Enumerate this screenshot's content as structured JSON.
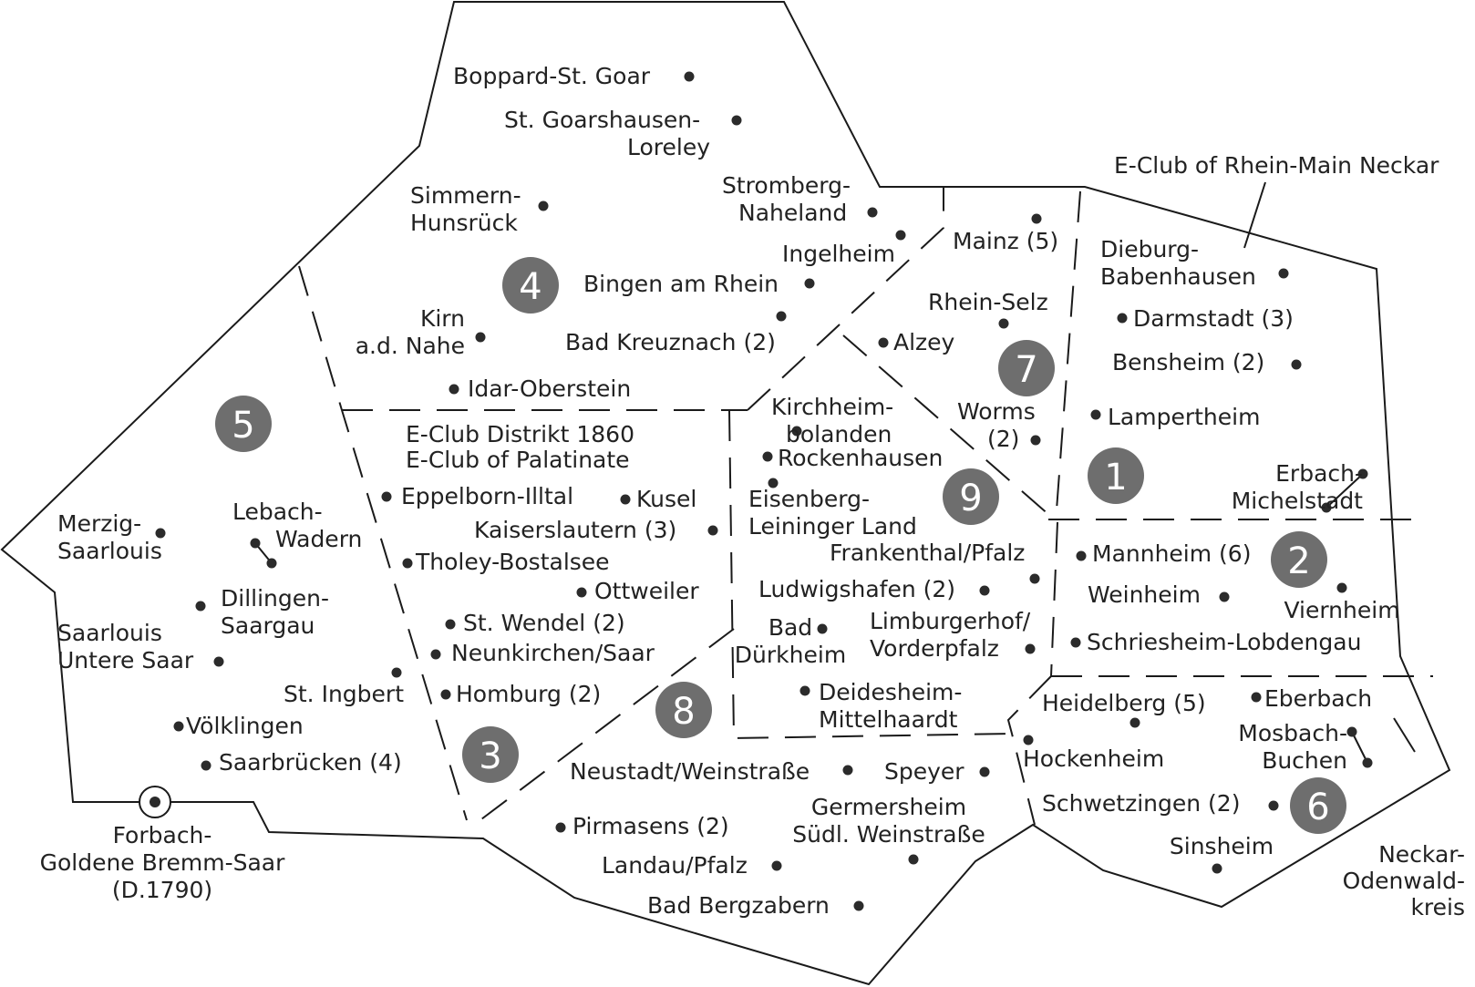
{
  "colors": {
    "outline": "#1a1a1a",
    "dot": "#2b2b2b",
    "badge": "#6e6e6e",
    "text": "#222222"
  },
  "districts": [
    {
      "id": "d1",
      "number": "1"
    },
    {
      "id": "d2",
      "number": "2"
    },
    {
      "id": "d3",
      "number": "3"
    },
    {
      "id": "d4",
      "number": "4"
    },
    {
      "id": "d5",
      "number": "5"
    },
    {
      "id": "d6",
      "number": "6"
    },
    {
      "id": "d7",
      "number": "7"
    },
    {
      "id": "d8",
      "number": "8"
    },
    {
      "id": "d9",
      "number": "9"
    }
  ],
  "clubs": [
    {
      "id": "boppard",
      "lines": [
        "Boppard-St. Goar"
      ]
    },
    {
      "id": "goarshausen",
      "lines": [
        "St. Goarshausen-",
        "Loreley"
      ]
    },
    {
      "id": "simmern",
      "lines": [
        "Simmern-",
        "Hunsrück"
      ]
    },
    {
      "id": "stromberg",
      "lines": [
        "Stromberg-",
        "Naheland"
      ]
    },
    {
      "id": "ingelheim",
      "lines": [
        "Ingelheim"
      ]
    },
    {
      "id": "mainz",
      "lines": [
        "Mainz (5)"
      ]
    },
    {
      "id": "bingen",
      "lines": [
        "Bingen am Rhein"
      ]
    },
    {
      "id": "kirn",
      "lines": [
        "Kirn",
        "a.d. Nahe"
      ]
    },
    {
      "id": "kreuznach",
      "lines": [
        "Bad Kreuznach (2)"
      ]
    },
    {
      "id": "rheinselz",
      "lines": [
        "Rhein-Selz"
      ]
    },
    {
      "id": "alzey",
      "lines": [
        "Alzey"
      ]
    },
    {
      "id": "idar",
      "lines": [
        "Idar-Oberstein"
      ]
    },
    {
      "id": "kirchheim",
      "lines": [
        "Kirchheim-",
        "bolanden"
      ]
    },
    {
      "id": "worms",
      "lines": [
        "Worms",
        "(2)"
      ]
    },
    {
      "id": "rockenhausen",
      "lines": [
        "Rockenhausen"
      ]
    },
    {
      "id": "eppelborn",
      "lines": [
        "Eppelborn-Illtal"
      ]
    },
    {
      "id": "kusel",
      "lines": [
        "Kusel"
      ]
    },
    {
      "id": "eisenberg",
      "lines": [
        "Eisenberg-",
        "Leininger Land"
      ]
    },
    {
      "id": "kaiserslautern",
      "lines": [
        "Kaiserslautern (3)"
      ]
    },
    {
      "id": "merzig",
      "lines": [
        "Merzig-",
        "Saarlouis"
      ]
    },
    {
      "id": "lebach",
      "lines": [
        "Lebach-",
        "Wadern"
      ]
    },
    {
      "id": "tholey",
      "lines": [
        "Tholey-Bostalsee"
      ]
    },
    {
      "id": "frankenthal",
      "lines": [
        "Frankenthal/Pfalz"
      ]
    },
    {
      "id": "ottweiler",
      "lines": [
        "Ottweiler"
      ]
    },
    {
      "id": "ludwigshafen",
      "lines": [
        "Ludwigshafen (2)"
      ]
    },
    {
      "id": "dillingen",
      "lines": [
        "Dillingen-",
        "Saargau"
      ]
    },
    {
      "id": "stwendel",
      "lines": [
        "St. Wendel (2)"
      ]
    },
    {
      "id": "badduerkheim",
      "lines": [
        "Bad",
        "Dürkheim"
      ]
    },
    {
      "id": "limburgerhof",
      "lines": [
        "Limburgerhof/",
        "Vorderpfalz"
      ]
    },
    {
      "id": "saarlouis",
      "lines": [
        "Saarlouis",
        "Untere Saar"
      ]
    },
    {
      "id": "neunkirchen",
      "lines": [
        "Neunkirchen/Saar"
      ]
    },
    {
      "id": "stingbert",
      "lines": [
        "St. Ingbert"
      ]
    },
    {
      "id": "homburg",
      "lines": [
        "Homburg (2)"
      ]
    },
    {
      "id": "deidesheim",
      "lines": [
        "Deidesheim-",
        "Mittelhaardt"
      ]
    },
    {
      "id": "voelklingen",
      "lines": [
        "Völklingen"
      ]
    },
    {
      "id": "saarbruecken",
      "lines": [
        "Saarbrücken (4)"
      ]
    },
    {
      "id": "neustadt",
      "lines": [
        "Neustadt/Weinstraße"
      ]
    },
    {
      "id": "speyer",
      "lines": [
        "Speyer"
      ]
    },
    {
      "id": "germersheim",
      "lines": [
        "Germersheim",
        "Südl. Weinstraße"
      ]
    },
    {
      "id": "pirmasens",
      "lines": [
        "Pirmasens (2)"
      ]
    },
    {
      "id": "landau",
      "lines": [
        "Landau/Pfalz"
      ]
    },
    {
      "id": "bergzabern",
      "lines": [
        "Bad Bergzabern"
      ]
    },
    {
      "id": "forbach",
      "lines": [
        "Forbach-",
        "Goldene Bremm-Saar",
        "(D.1790)"
      ]
    },
    {
      "id": "dieburg",
      "lines": [
        "Dieburg-",
        "Babenhausen"
      ]
    },
    {
      "id": "darmstadt",
      "lines": [
        "Darmstadt (3)"
      ]
    },
    {
      "id": "bensheim",
      "lines": [
        "Bensheim (2)"
      ]
    },
    {
      "id": "lampertheim",
      "lines": [
        "Lampertheim"
      ]
    },
    {
      "id": "erbach",
      "lines": [
        "Erbach-",
        "Michelstadt"
      ]
    },
    {
      "id": "mannheim",
      "lines": [
        "Mannheim (6)"
      ]
    },
    {
      "id": "weinheim",
      "lines": [
        "Weinheim"
      ]
    },
    {
      "id": "viernheim",
      "lines": [
        "Viernheim"
      ]
    },
    {
      "id": "schriesheim",
      "lines": [
        "Schriesheim-Lobdengau"
      ]
    },
    {
      "id": "heidelberg",
      "lines": [
        "Heidelberg (5)"
      ]
    },
    {
      "id": "eberbach",
      "lines": [
        "Eberbach"
      ]
    },
    {
      "id": "hockenheim",
      "lines": [
        "Hockenheim"
      ]
    },
    {
      "id": "mosbach",
      "lines": [
        "Mosbach-",
        "Buchen"
      ]
    },
    {
      "id": "schwetzingen",
      "lines": [
        "Schwetzingen (2)"
      ]
    },
    {
      "id": "sinsheim",
      "lines": [
        "Sinsheim"
      ]
    }
  ],
  "e_clubs": [
    {
      "id": "eclub-distrikt",
      "text": "E-Club Distrikt 1860"
    },
    {
      "id": "eclub-palatinate",
      "text": "E-Club of Palatinate"
    },
    {
      "id": "eclub-rhein-main",
      "text": "E-Club of Rhein-Main Neckar"
    }
  ],
  "regions": [
    {
      "id": "neckar-odenwald",
      "lines": [
        "Neckar-",
        "Odenwald-",
        "kreis"
      ]
    }
  ]
}
